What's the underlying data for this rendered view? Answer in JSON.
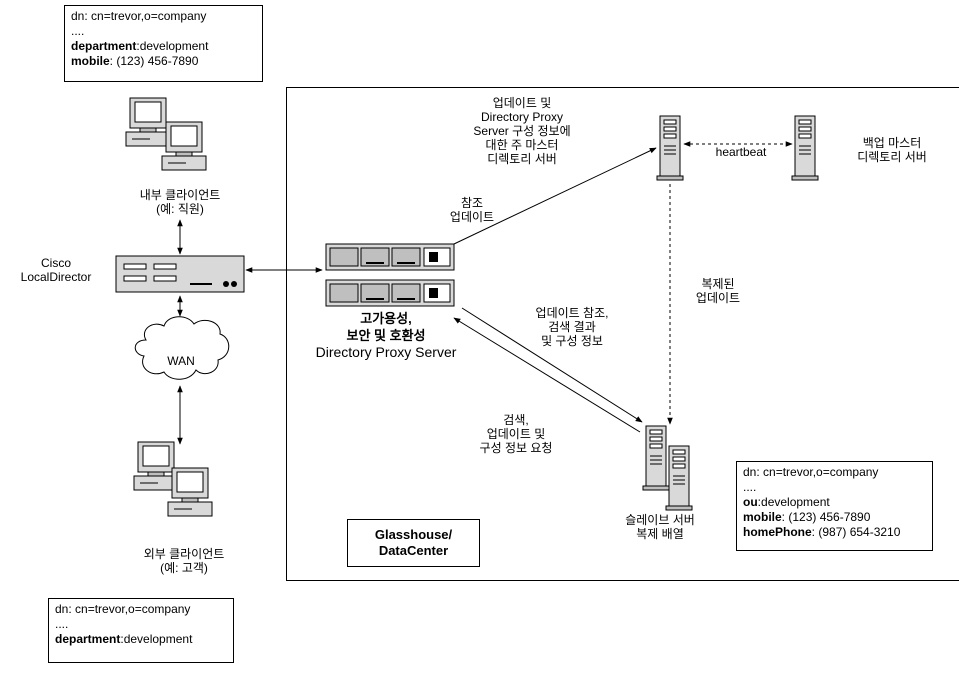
{
  "ldif_top": {
    "lines": [
      {
        "key": "",
        "sep": "",
        "value": "dn: cn=trevor,o=company",
        "bold": false
      },
      {
        "key": "",
        "sep": "",
        "value": "....",
        "bold": false
      },
      {
        "key": "department",
        "sep": ":",
        "value": "development",
        "bold": true
      },
      {
        "key": "mobile",
        "sep": ": ",
        "value": "(123) 456-7890",
        "bold": true
      }
    ]
  },
  "ldif_bottom": {
    "lines": [
      {
        "key": "",
        "sep": "",
        "value": "dn: cn=trevor,o=company",
        "bold": false
      },
      {
        "key": "",
        "sep": "",
        "value": "....",
        "bold": false
      },
      {
        "key": "department",
        "sep": ":",
        "value": "development",
        "bold": true
      }
    ]
  },
  "ldif_right": {
    "lines": [
      {
        "key": "",
        "sep": "",
        "value": "dn: cn=trevor,o=company",
        "bold": false
      },
      {
        "key": "",
        "sep": "",
        "value": "....",
        "bold": false
      },
      {
        "key": "ou",
        "sep": ":",
        "value": "development",
        "bold": true
      },
      {
        "key": "mobile",
        "sep": ": ",
        "value": "(123) 456-7890",
        "bold": true
      },
      {
        "key": "homePhone",
        "sep": ": ",
        "value": "(987) 654-3210",
        "bold": true
      }
    ]
  },
  "labels": {
    "internal_client": [
      "내부 클라이언트",
      "(예: 직원)"
    ],
    "external_client": [
      "외부 클라이언트",
      "(예: 고객)"
    ],
    "cisco": [
      "Cisco",
      "LocalDirector"
    ],
    "wan": "WAN",
    "primary_master": [
      "업데이트 및",
      "Directory Proxy",
      "Server 구성 정보에",
      "대한 주 마스터",
      "디렉토리 서버"
    ],
    "heartbeat": "heartbeat",
    "backup_master": [
      "백업 마스터",
      "디렉토리 서버"
    ],
    "referral_update": [
      "참조",
      "업데이트"
    ],
    "replicated_update": [
      "복제된",
      "업데이트"
    ],
    "proxy": [
      "고가용성,",
      "보안 및 호환성",
      "Directory Proxy Server"
    ],
    "update_referral": [
      "업데이트 참조,",
      "검색 결과",
      "및 구성 정보"
    ],
    "search_request": [
      "검색,",
      "업데이트 및",
      "구성 정보 요청"
    ],
    "slave_array": [
      "슬레이브 서버",
      "복제 배열"
    ],
    "datacenter": [
      "Glasshouse/",
      "DataCenter"
    ]
  }
}
